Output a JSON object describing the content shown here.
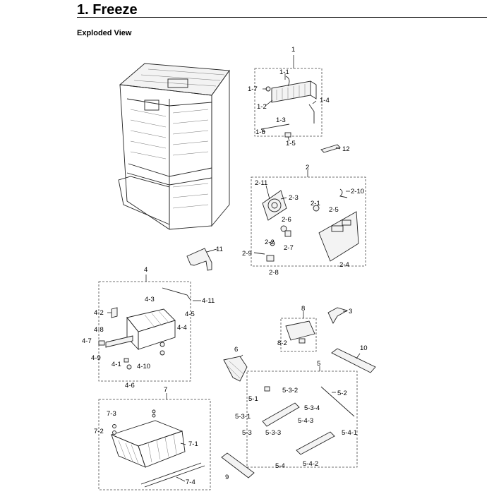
{
  "title": "1.  Freeze",
  "subtitle": "Exploded View",
  "labels": {
    "p1": "1",
    "p1_1": "1-1",
    "p1_7": "1-7",
    "p1_2": "1-2",
    "p1_4": "1-4",
    "p1_3": "1-3",
    "p1_6": "1-6",
    "p1_5": "1-5",
    "p12": "12",
    "p2": "2",
    "p2_11": "2-11",
    "p2_10": "2-10",
    "p2_3": "2-3",
    "p2_1": "2-1",
    "p2_5": "2-5",
    "p2_6": "2-6",
    "p2_2": "2-2",
    "p2_7": "2-7",
    "p2_9": "2-9",
    "p2_8": "2-8",
    "p2_4": "2-4",
    "p11": "11",
    "p4": "4",
    "p4_3": "4-3",
    "p4_11": "4-11",
    "p4_2": "4-2",
    "p4_5": "4-5",
    "p4_4": "4-4",
    "p4_8": "4-8",
    "p4_7": "4-7",
    "p4_9": "4-9",
    "p4_1": "4-1",
    "p4_10": "4-10",
    "p4_6": "4-6",
    "p8": "8",
    "p3": "3",
    "p8_2": "8-2",
    "p6": "6",
    "p10": "10",
    "p5": "5",
    "p5_3_2": "5-3-2",
    "p5_2": "5-2",
    "p5_1": "5-1",
    "p5_3_4": "5-3-4",
    "p5_3_1": "5-3-1",
    "p5_4_3": "5-4-3",
    "p5_3": "5-3",
    "p5_3_3": "5-3-3",
    "p5_4_1": "5-4-1",
    "p5_4": "5-4",
    "p5_4_2": "5-4-2",
    "p7": "7",
    "p7_3": "7-3",
    "p7_2": "7-2",
    "p7_1": "7-1",
    "p7_4": "7-4",
    "p9": "9"
  }
}
